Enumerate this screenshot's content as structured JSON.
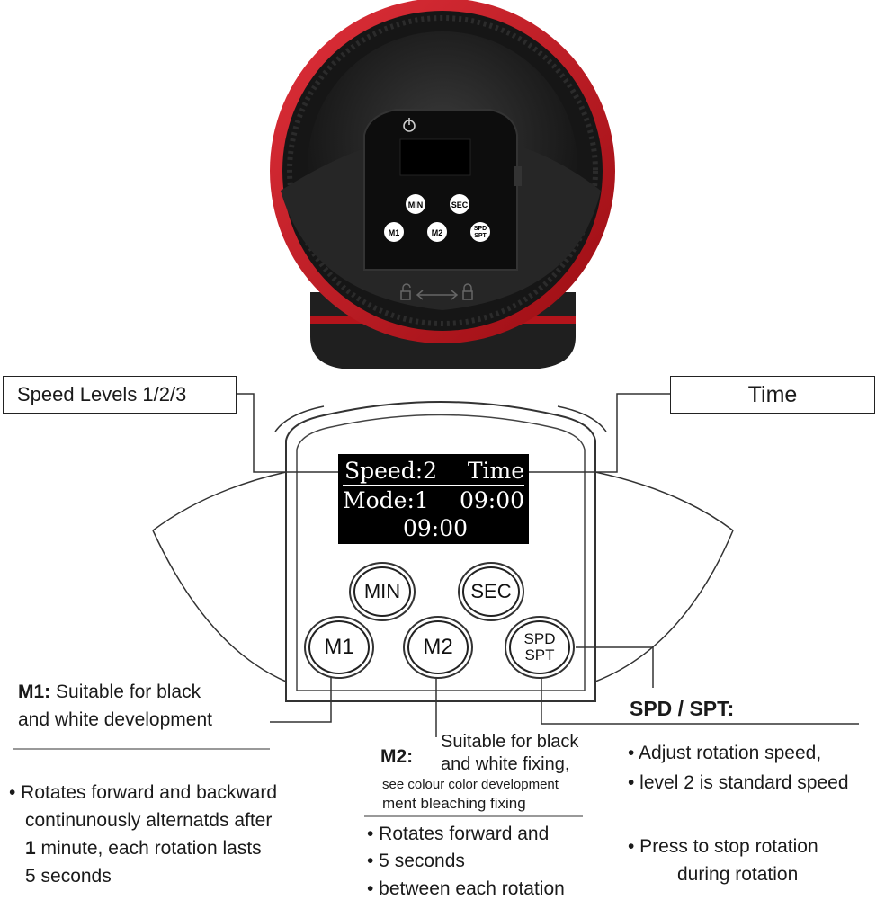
{
  "device": {
    "power_icon": "power-icon",
    "mini_buttons": [
      "MIN",
      "SEC",
      "M1",
      "M2",
      "SPD\nSPT"
    ],
    "lock_icon": "lock-icon",
    "unlock_icon": "unlock-icon",
    "arrow_icon": "double-arrow-icon",
    "accent_color": "#c8141b"
  },
  "callouts": {
    "speed_levels": "Speed Levels 1/2/3",
    "time": "Time"
  },
  "lcd": {
    "line1_left": "Speed:2",
    "line1_right": "Time",
    "line2_left": "Mode:1",
    "line2_right": "09:00",
    "line3": "09:00"
  },
  "buttons": {
    "min": "MIN",
    "sec": "SEC",
    "m1": "M1",
    "m2": "M2",
    "spd_top": "SPD",
    "spd_bottom": "SPT"
  },
  "m1": {
    "title": "M1:",
    "desc_line1": "Suitable for black",
    "desc_line2": "and white development",
    "bullet1_line1": "• Rotates forward and backward",
    "bullet1_line2": "continunously alternatds after",
    "bullet1_line3_bold": "1",
    "bullet1_line3_rest": " minute, each rotation lasts",
    "bullet1_line4": "5 seconds"
  },
  "m2": {
    "title": "M2:",
    "desc_line1": "Suitable for black",
    "desc_line2": "and white fixing,",
    "desc_line3": "see colour color development",
    "desc_line4": "ment bleaching fixing",
    "bullet1": "• Rotates forward and",
    "bullet2": "• 5 seconds",
    "bullet3": "• between each rotation"
  },
  "spd": {
    "title": "SPD / SPT:",
    "bullet1_line1": "• Adjust rotation speed,",
    "bullet1_line2": "• level 2 is standard speed",
    "bullet2_line1": "• Press to stop rotation",
    "bullet2_line2": "during rotation"
  }
}
